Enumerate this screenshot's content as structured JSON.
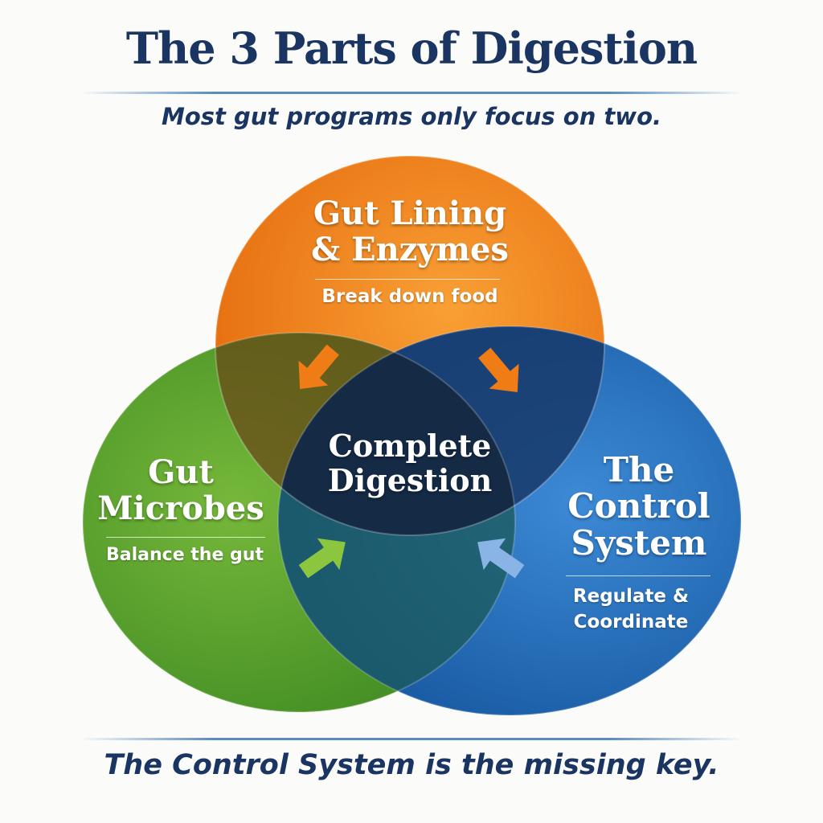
{
  "title": "The 3 Parts of Digestion",
  "subtitle": "Most gut programs only focus on two.",
  "footer": "The Control System is the missing key.",
  "circles": {
    "enzymes": {
      "title_line1": "Gut Lining",
      "title_line2": "& Enzymes",
      "description": "Break down food",
      "color": "#f07c16"
    },
    "microbes": {
      "title_line1": "Gut",
      "title_line2": "Microbes",
      "description": "Balance the gut",
      "color": "#5a9e2a"
    },
    "control": {
      "title_line1": "The",
      "title_line2": "Control",
      "title_line3": "System",
      "description_line1": "Regulate &",
      "description_line2": "Coordinate",
      "color": "#1f6bb8"
    }
  },
  "center": {
    "line1": "Complete",
    "line2": "Digestion",
    "color": "#142a45"
  }
}
